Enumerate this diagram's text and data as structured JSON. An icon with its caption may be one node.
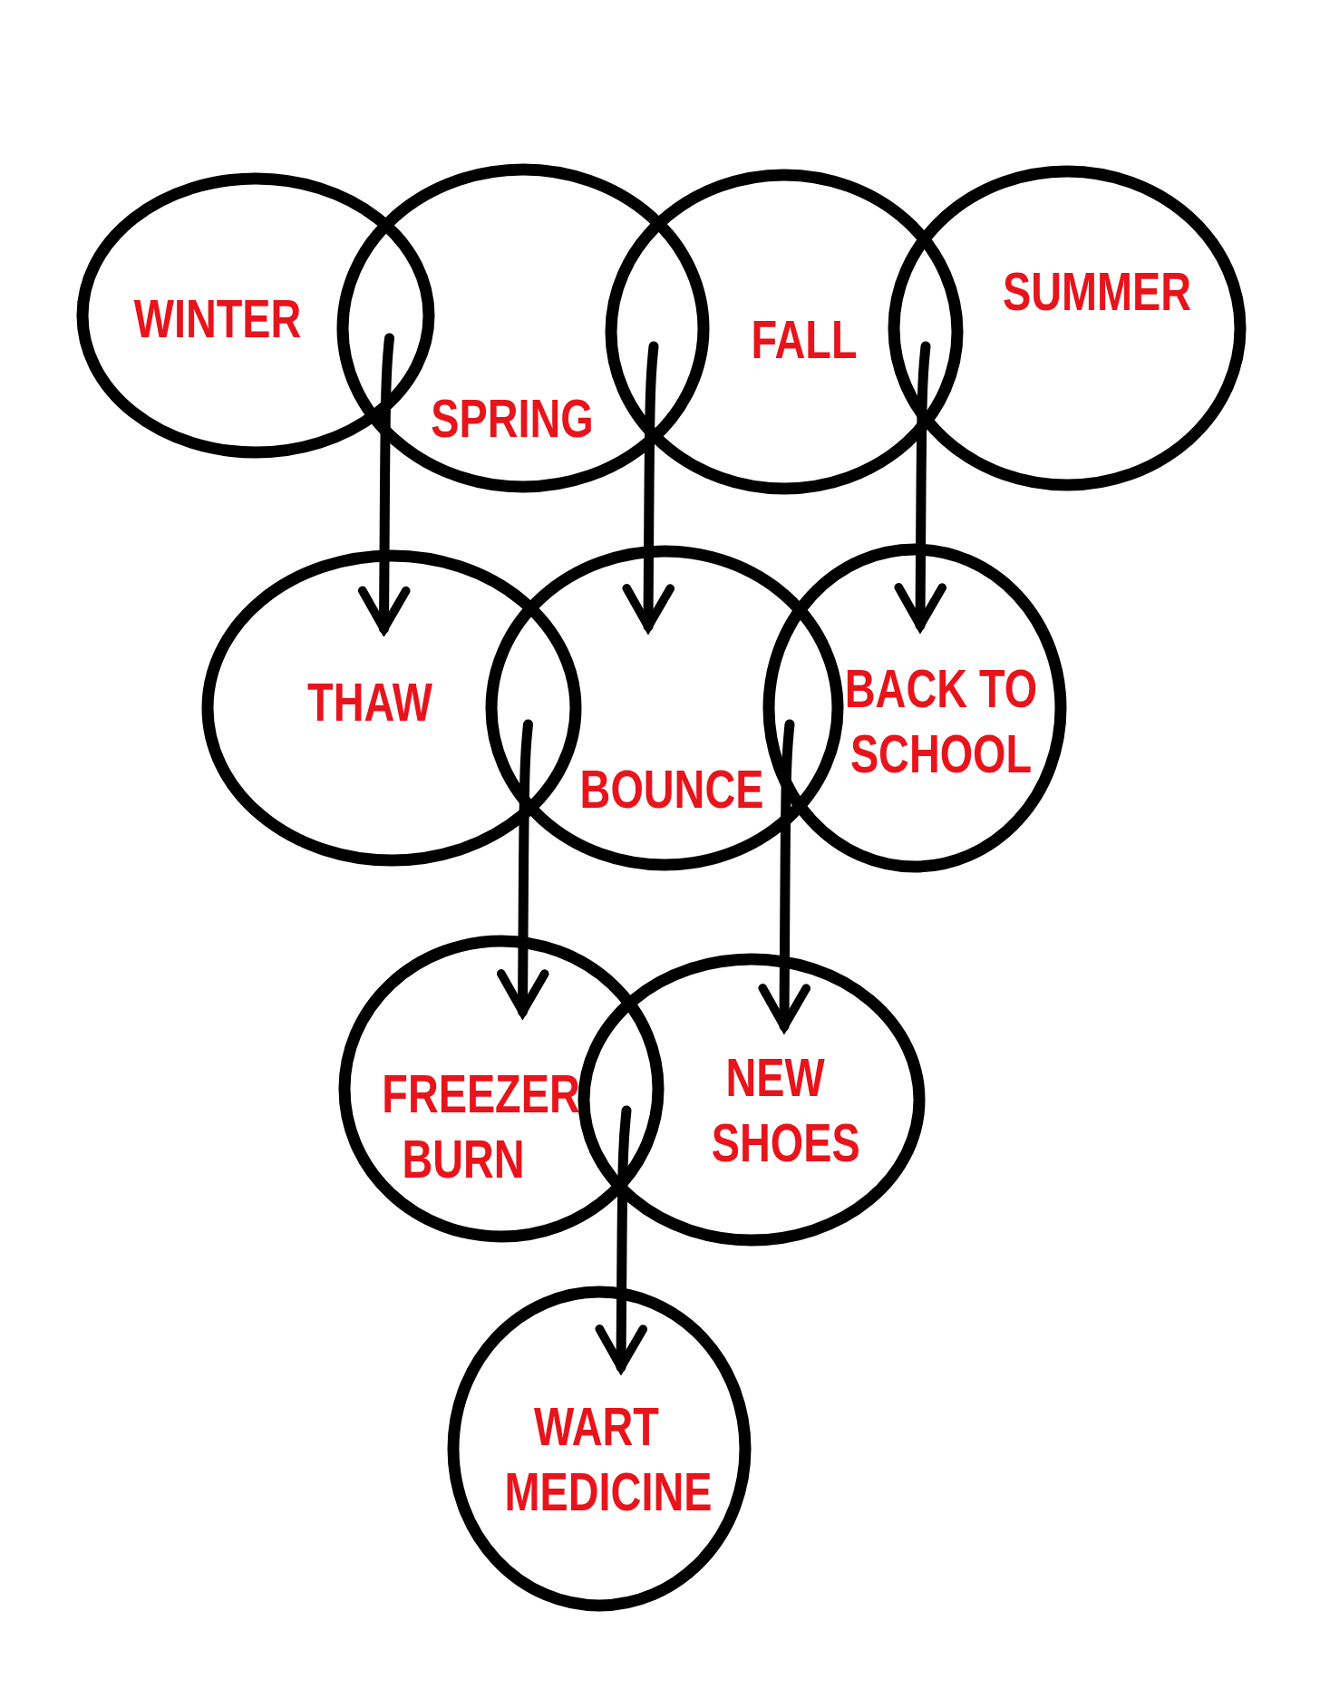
{
  "diagram": {
    "nodes": [
      {
        "text": [
          "WINTER"
        ]
      },
      {
        "text": [
          "SPRING"
        ]
      },
      {
        "text": [
          "FALL"
        ]
      },
      {
        "text": [
          "SUMMER"
        ]
      },
      {
        "text": [
          "THAW"
        ]
      },
      {
        "text": [
          "BOUNCE"
        ]
      },
      {
        "text": [
          "BACK TO SCHOOL"
        ]
      },
      {
        "text": [
          "FREEZER BURN"
        ]
      },
      {
        "text": [
          "NEW SHOES"
        ]
      },
      {
        "text": [
          "WART MEDICINE"
        ]
      }
    ],
    "edges": [
      {
        "from": 0,
        "to": 4,
        "arrow": "to"
      },
      {
        "from": 1,
        "to": 4,
        "arrow": "to"
      },
      {
        "from": 1,
        "to": 5,
        "arrow": "to"
      },
      {
        "from": 2,
        "to": 5,
        "arrow": "to"
      },
      {
        "from": 2,
        "to": 6,
        "arrow": "to"
      },
      {
        "from": 3,
        "to": 6,
        "arrow": "to"
      },
      {
        "from": 4,
        "to": 7,
        "arrow": "to"
      },
      {
        "from": 5,
        "to": 7,
        "arrow": "to"
      },
      {
        "from": 5,
        "to": 8,
        "arrow": "to"
      },
      {
        "from": 6,
        "to": 8,
        "arrow": "to"
      },
      {
        "from": 7,
        "to": 9,
        "arrow": "to"
      },
      {
        "from": 8,
        "to": 9,
        "arrow": "to"
      }
    ]
  }
}
